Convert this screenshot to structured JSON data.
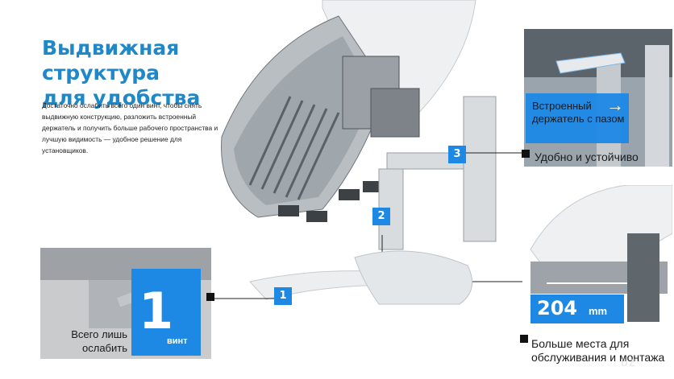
{
  "heading": {
    "line1": "Выдвижная структура",
    "line2": "для удобства"
  },
  "lead": "Достаточно ослабить всего один винт, чтобы снять выдвижную конструкцию, разложить встроенный держатель и получить больше рабочего пространства и лучшую видимость — удобное решение для установщиков.",
  "markers": {
    "one": "1",
    "two": "2",
    "three": "3"
  },
  "screw_callout": {
    "number": "1",
    "unit": "винт",
    "caption": "Всего лишь ослабить"
  },
  "holder_callout": {
    "label": "Встроенный держатель с пазом",
    "arrow": "→"
  },
  "notes": {
    "stable": "Удобно и устойчиво",
    "space": "Больше места для обслуживания и монтажа"
  },
  "dimension": {
    "value": "204",
    "unit": "mm"
  },
  "watermark": "uz",
  "colors": {
    "accent": "#1e88e5",
    "heading": "#1e88c8"
  }
}
